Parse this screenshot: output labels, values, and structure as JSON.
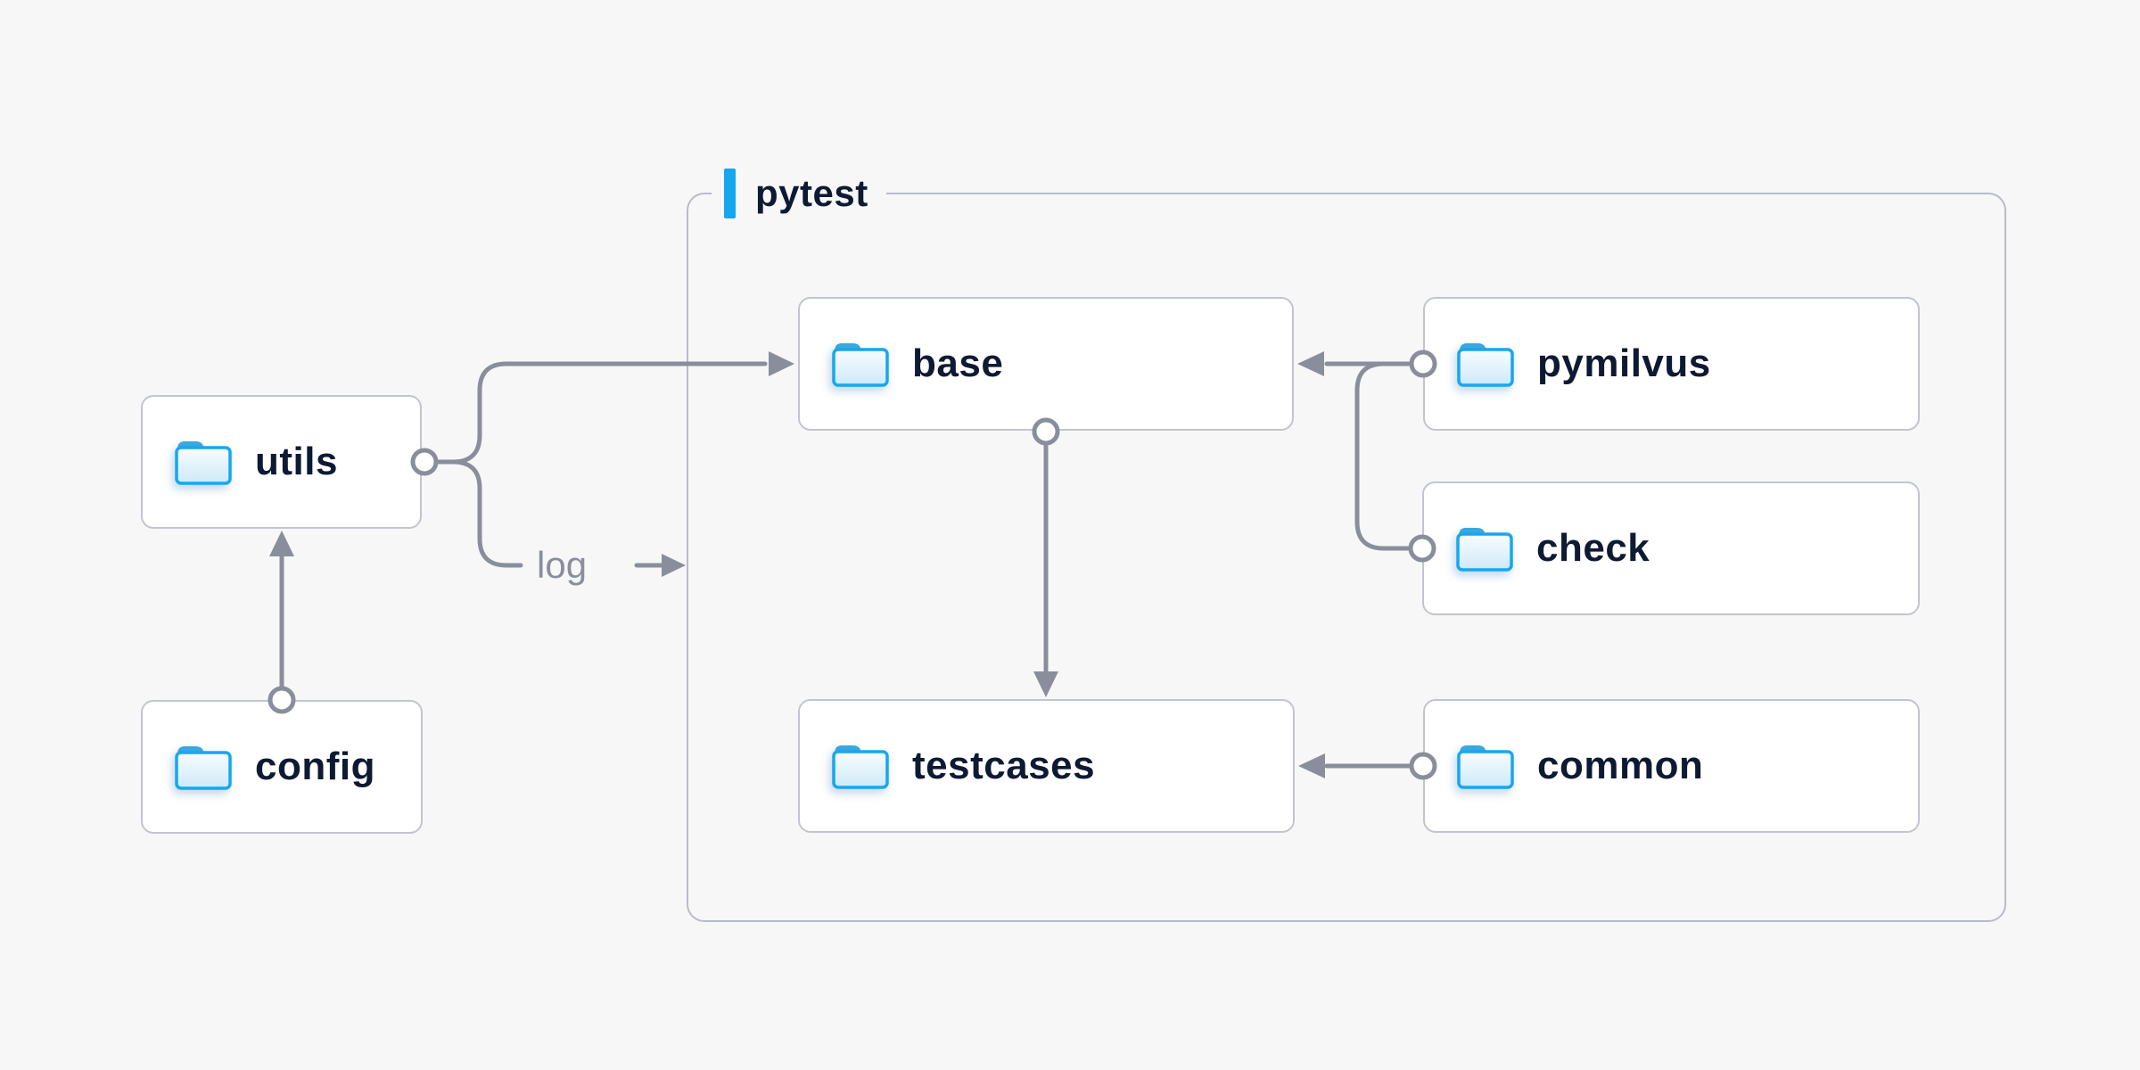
{
  "diagram": {
    "background": "#f7f7f8",
    "container": {
      "label": "pytest",
      "accent_color": "#14a8f1"
    },
    "nodes": [
      {
        "id": "utils",
        "label": "utils",
        "icon": "folder-icon",
        "inside_container": false
      },
      {
        "id": "config",
        "label": "config",
        "icon": "folder-icon",
        "inside_container": false
      },
      {
        "id": "base",
        "label": "base",
        "icon": "folder-icon",
        "inside_container": true
      },
      {
        "id": "pymilvus",
        "label": "pymilvus",
        "icon": "folder-icon",
        "inside_container": true
      },
      {
        "id": "check",
        "label": "check",
        "icon": "folder-icon",
        "inside_container": true
      },
      {
        "id": "testcases",
        "label": "testcases",
        "icon": "folder-icon",
        "inside_container": true
      },
      {
        "id": "common",
        "label": "common",
        "icon": "folder-icon",
        "inside_container": true
      }
    ],
    "edges": [
      {
        "from": "config",
        "to": "utils",
        "style": "circle-to-arrow"
      },
      {
        "from": "utils",
        "to": "base",
        "style": "circle-to-arrow"
      },
      {
        "from": "utils",
        "to": "pytest",
        "style": "circle-to-arrow",
        "label": "log"
      },
      {
        "from": "pymilvus",
        "to": "base",
        "style": "circle-to-arrow"
      },
      {
        "from": "check",
        "to": "base",
        "style": "circle-to-arrow"
      },
      {
        "from": "base",
        "to": "testcases",
        "style": "circle-to-arrow"
      },
      {
        "from": "common",
        "to": "testcases",
        "style": "circle-to-arrow"
      }
    ],
    "edge_label": "log",
    "colors": {
      "line": "#8a8e9c",
      "node_border": "#c2c5cd",
      "container_border": "#b9bcc7",
      "node_text": "#0e1a33",
      "accent": "#14a8f1",
      "folder_stroke": "#17a7ef",
      "node_background": "#ffffff"
    }
  }
}
